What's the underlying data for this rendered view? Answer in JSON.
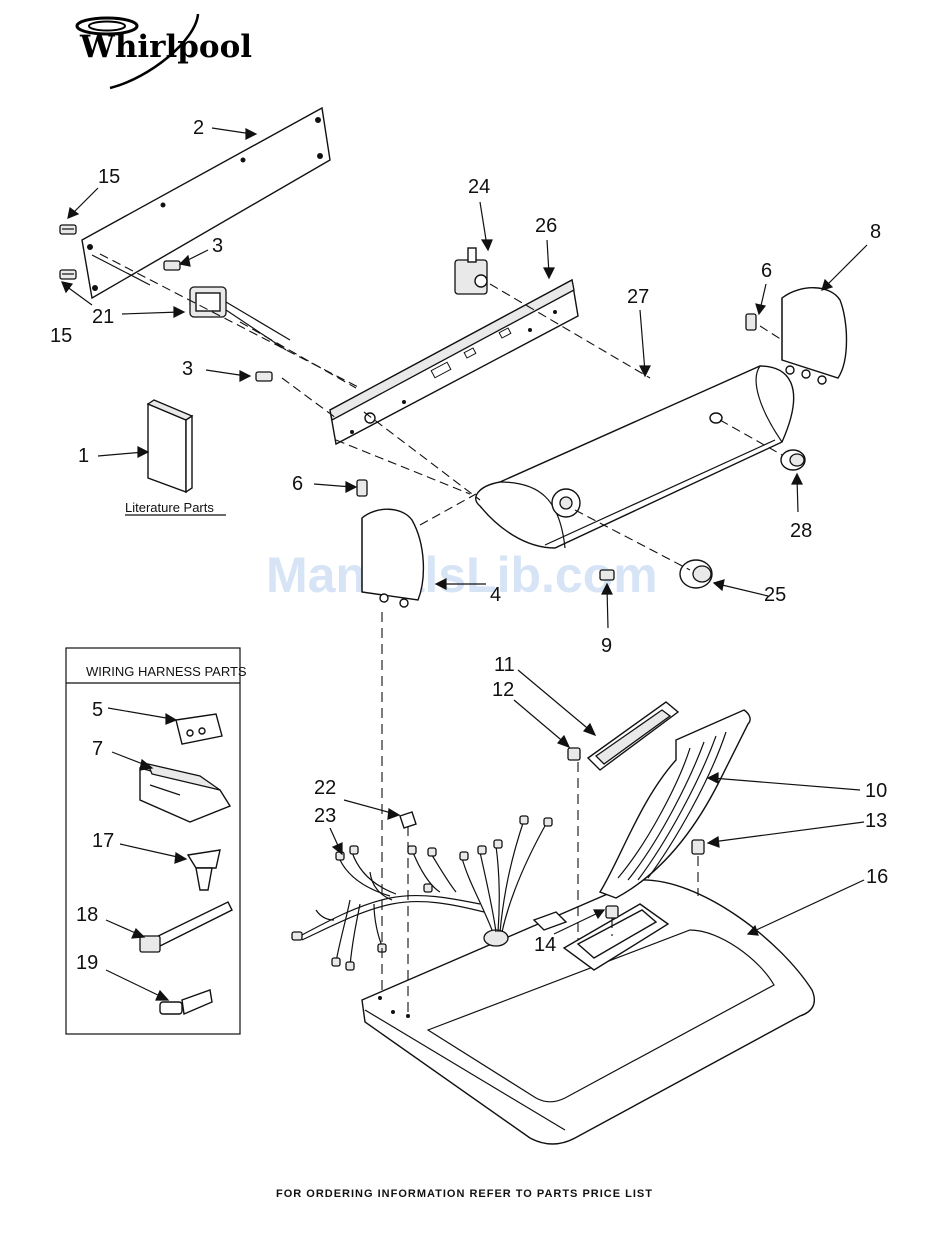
{
  "brand": {
    "logo_text": "Whirlpool"
  },
  "watermark": "ManualsLib.com",
  "callouts": {
    "c1": "1",
    "c2": "2",
    "c3a": "3",
    "c3b": "3",
    "c4": "4",
    "c5": "5",
    "c6a": "6",
    "c6b": "6",
    "c7": "7",
    "c8": "8",
    "c9": "9",
    "c10": "10",
    "c11": "11",
    "c12": "12",
    "c13": "13",
    "c14": "14",
    "c15a": "15",
    "c15b": "15",
    "c16": "16",
    "c17": "17",
    "c18": "18",
    "c19": "19",
    "c21": "21",
    "c22": "22",
    "c23": "23",
    "c24": "24",
    "c25": "25",
    "c26": "26",
    "c27": "27",
    "c28": "28"
  },
  "labels": {
    "literature": "Literature Parts",
    "wiring_box_title": "WIRING HARNESS PARTS"
  },
  "footer": "FOR ORDERING INFORMATION REFER TO PARTS PRICE LIST"
}
